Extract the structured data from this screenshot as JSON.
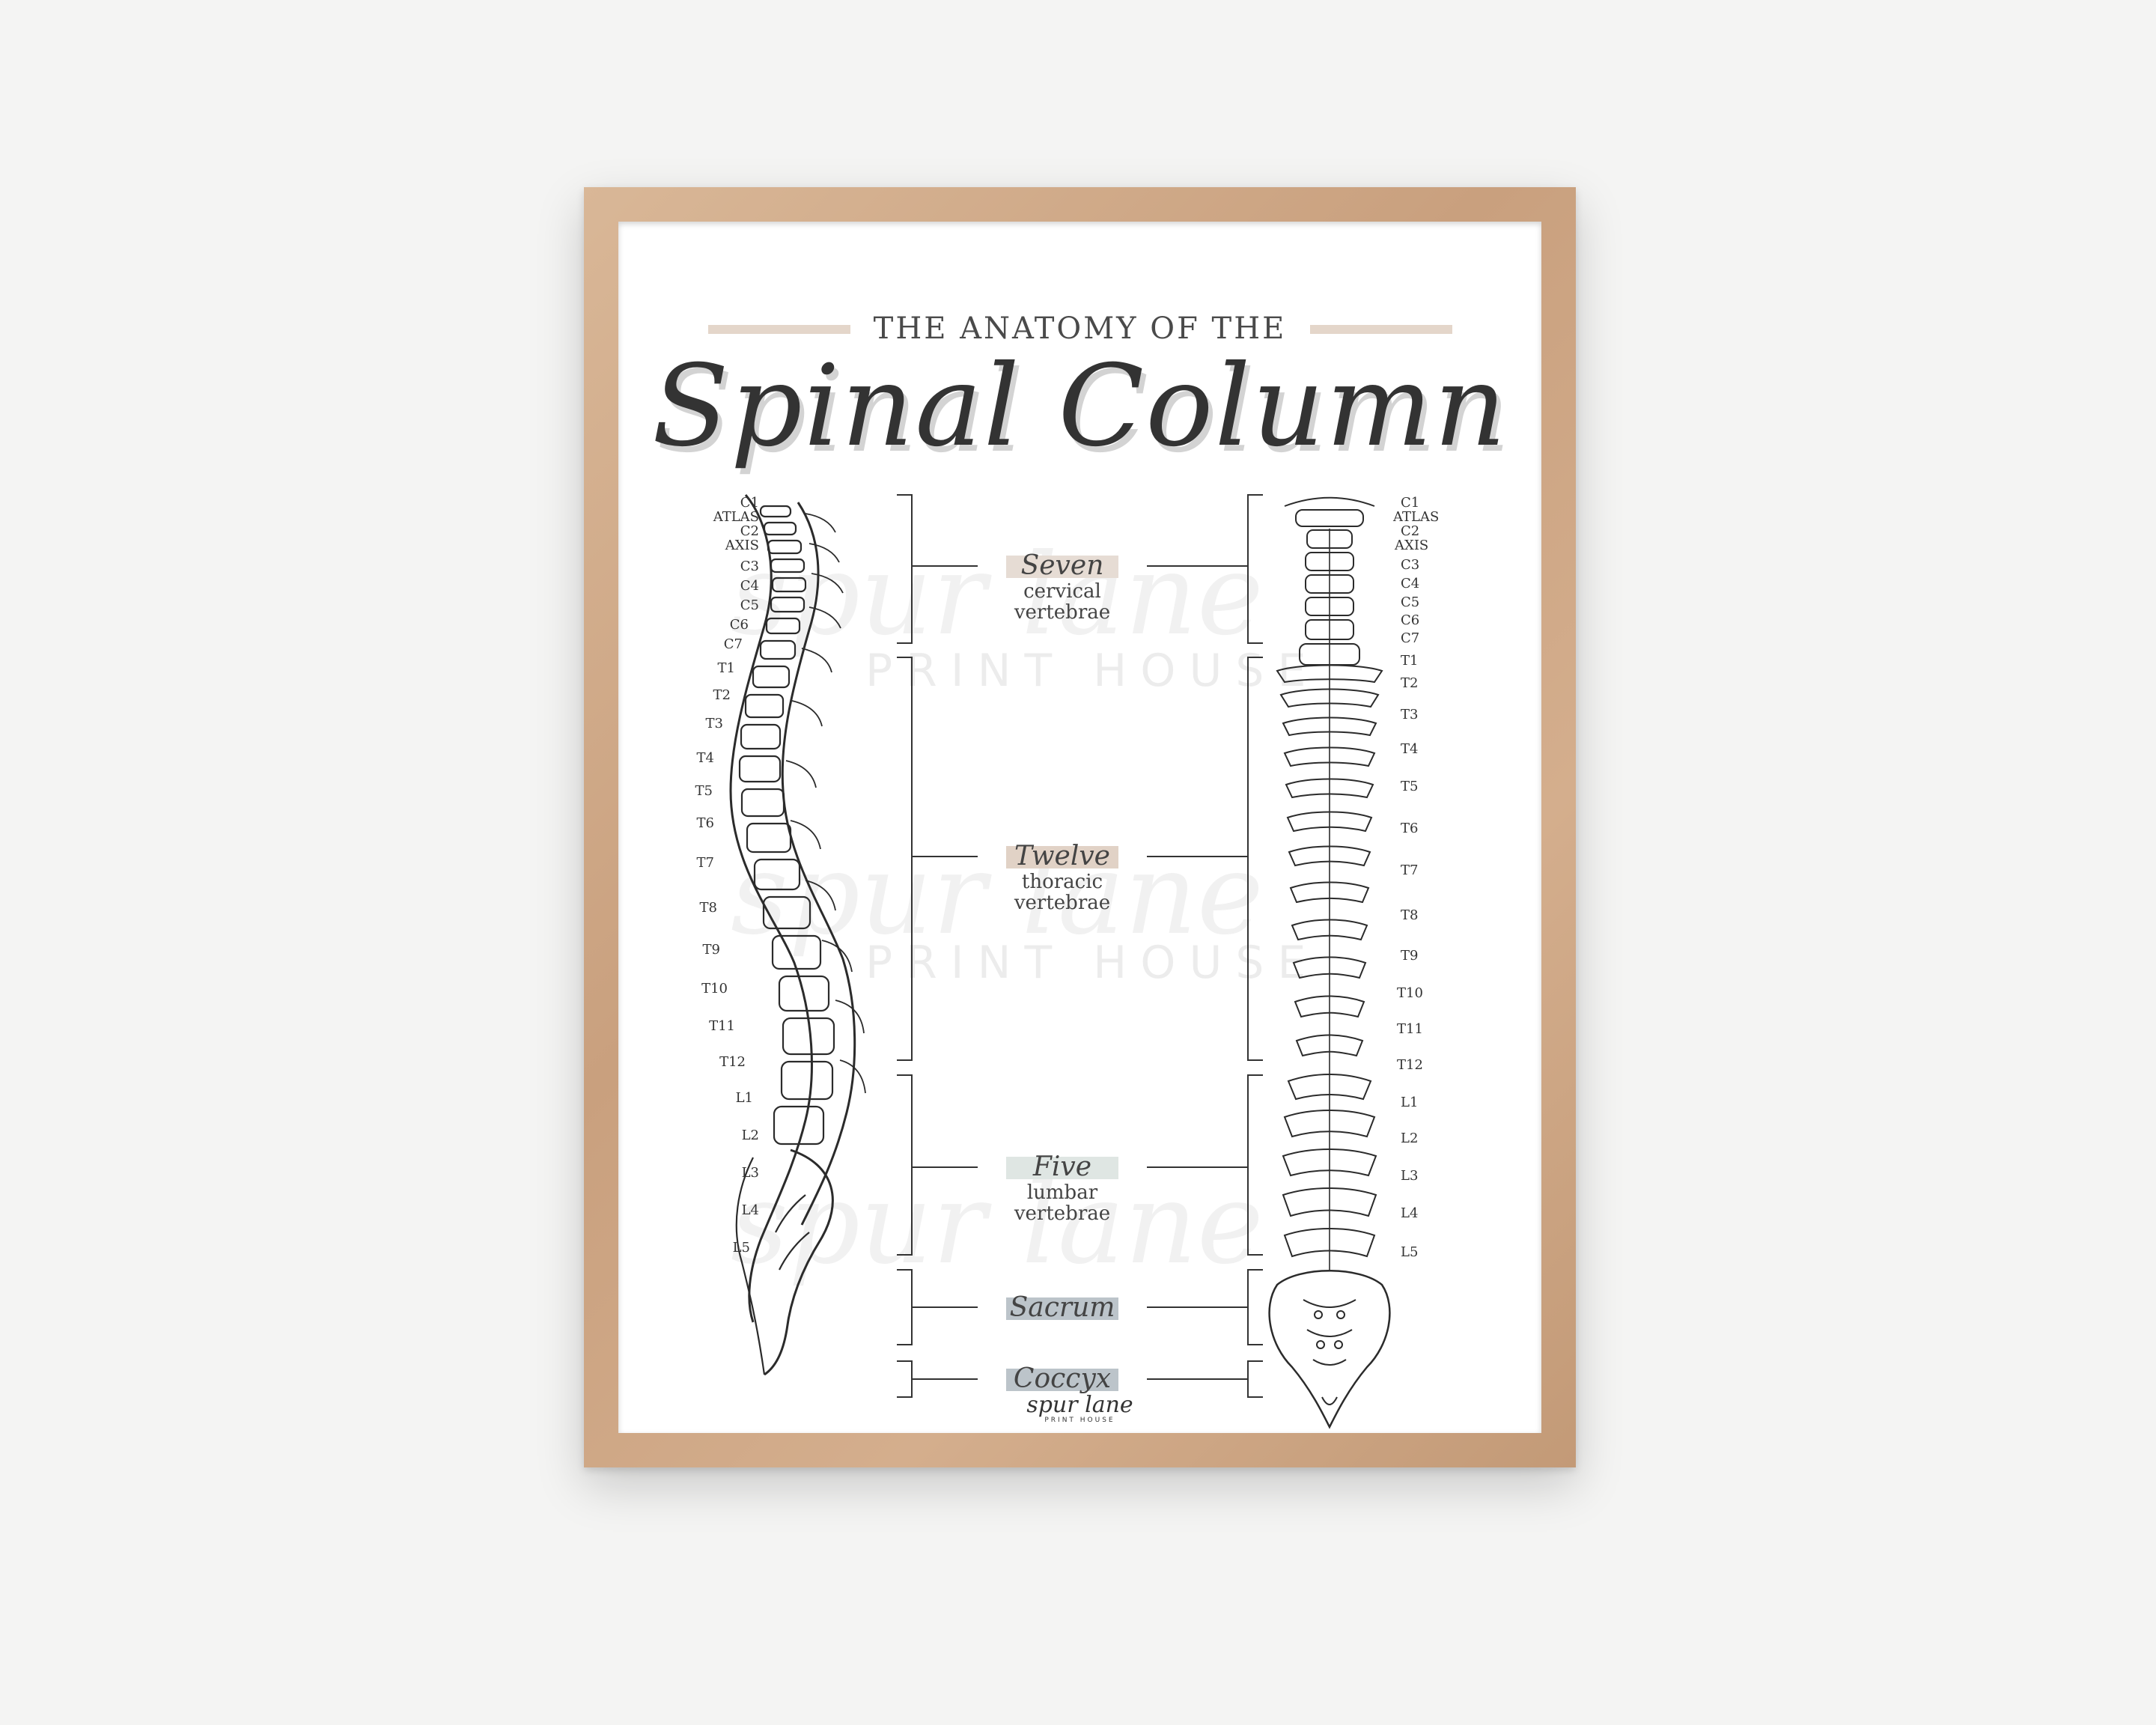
{
  "poster": {
    "title_top": "THE ANATOMY OF THE",
    "title_main": "Spinal Column",
    "brand": "spur lane",
    "brand_sub": "PRINT HOUSE"
  },
  "left_labels": [
    "C1",
    "ATLAS",
    "C2",
    "AXIS",
    "C3",
    "C4",
    "C5",
    "C6",
    "C7",
    "T1",
    "T2",
    "T3",
    "T4",
    "T5",
    "T6",
    "T7",
    "T8",
    "T9",
    "T10",
    "T11",
    "T12",
    "L1",
    "L2",
    "L3",
    "L4",
    "L5"
  ],
  "right_labels": [
    "C1",
    "ATLAS",
    "C2",
    "AXIS",
    "C3",
    "C4",
    "C5",
    "C6",
    "C7",
    "T1",
    "T2",
    "T3",
    "T4",
    "T5",
    "T6",
    "T7",
    "T8",
    "T9",
    "T10",
    "T11",
    "T12",
    "L1",
    "L2",
    "L3",
    "L4",
    "L5"
  ],
  "groups": [
    {
      "name": "Seven",
      "desc1": "cervical",
      "desc2": "vertebrae",
      "color": "#e6dcd4"
    },
    {
      "name": "Twelve",
      "desc1": "thoracic",
      "desc2": "vertebrae",
      "color": "#e1d2c6"
    },
    {
      "name": "Five",
      "desc1": "lumbar",
      "desc2": "vertebrae",
      "color": "#dfe6e3"
    },
    {
      "name": "Sacrum",
      "desc1": "",
      "desc2": "",
      "color": "#bcc4ca"
    },
    {
      "name": "Coccyx",
      "desc1": "",
      "desc2": "",
      "color": "#bcc4ca"
    }
  ],
  "colors": {
    "accent_bar": "#e4d6ca",
    "frame_wood": "#d4ae8d",
    "ink": "#333333"
  }
}
